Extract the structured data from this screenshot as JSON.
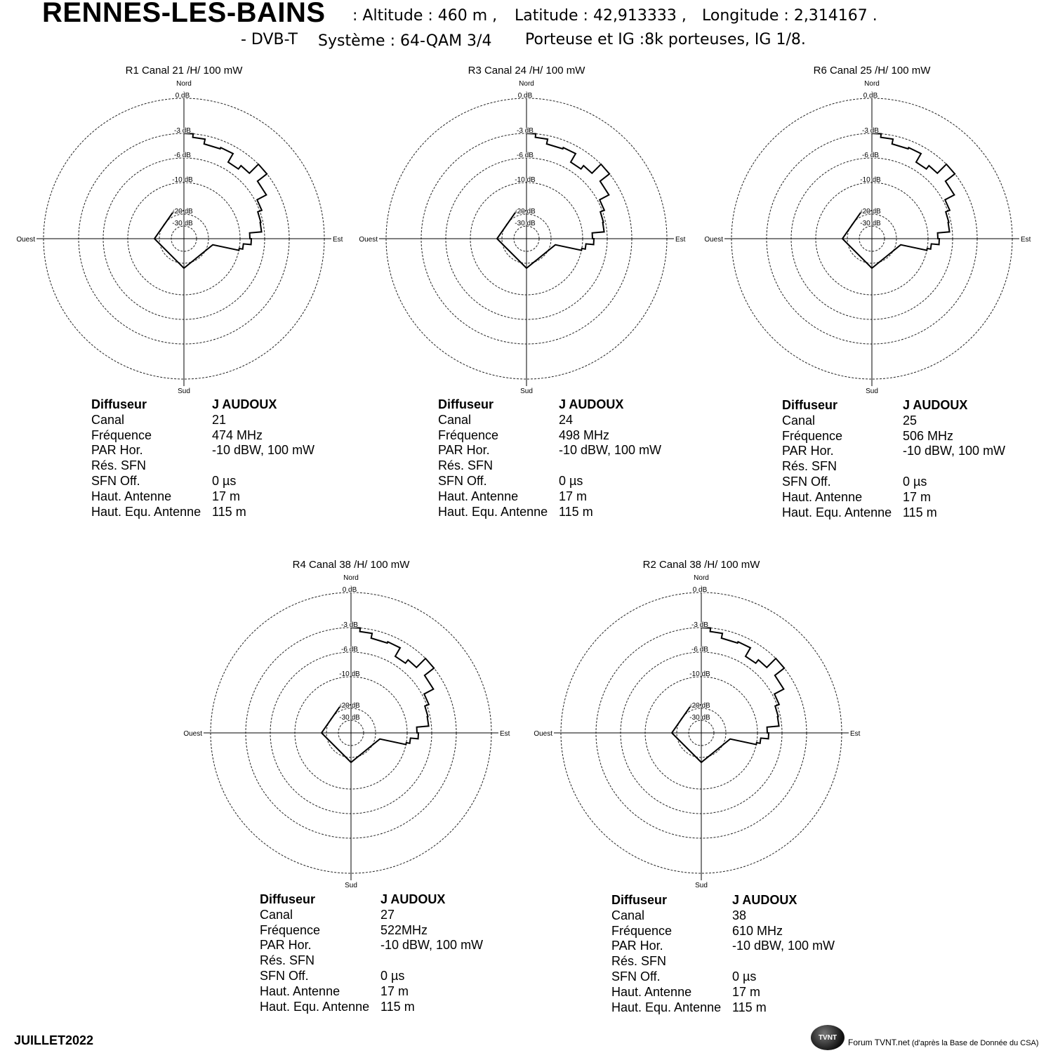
{
  "header": {
    "site": "RENNES-LES-BAINS",
    "altitude": ": Altitude : 460 m ,",
    "latitude": "Latitude : 42,913333 ,",
    "longitude": "Longitude : 2,314167 .",
    "dvbt": "- DVB-T",
    "system": "Système : 64-QAM 3/4",
    "carriers": "Porteuse et IG :8k porteuses, IG 1/8."
  },
  "info_labels": [
    "Diffuseur",
    "Canal",
    "Fréquence",
    "PAR Hor.",
    "Rés. SFN",
    "SFN Off.",
    "Haut. Antenne",
    "Haut. Equ. Antenne"
  ],
  "charts": [
    {
      "title": "R1  Canal 21 /H/  100  mW",
      "compass": {
        "north": "Nord",
        "south": "Sud",
        "east": "Est",
        "west": "Ouest"
      },
      "rings": [
        "0 dB",
        "-3 dB",
        "-6 dB",
        "-10 dB",
        "-20 dB",
        "-30 dB"
      ],
      "info": [
        "J AUDOUX",
        "21",
        "474 MHz",
        "-10 dBW, 100 mW",
        "",
        "0 µs",
        "17 m",
        "115 m"
      ]
    },
    {
      "title": "R3  Canal 24 /H/  100  mW",
      "compass": {
        "north": "Nord",
        "south": "Sud",
        "east": "Est",
        "west": "Ouest"
      },
      "rings": [
        "0 dB",
        "-3 dB",
        "-6 dB",
        "-10 dB",
        "-20 dB",
        "-30 dB"
      ],
      "info": [
        "J AUDOUX",
        "24",
        "498 MHz",
        "-10 dBW, 100 mW",
        "",
        "0 µs",
        "17 m",
        "115 m"
      ]
    },
    {
      "title": "R6  Canal 25 /H/  100  mW",
      "compass": {
        "north": "Nord",
        "south": "Sud",
        "east": "Est",
        "west": "Ouest"
      },
      "rings": [
        "0 dB",
        "-3 dB",
        "-6 dB",
        "-10 dB",
        "-20 dB",
        "-30 dB"
      ],
      "info": [
        "J AUDOUX",
        "25",
        "506 MHz",
        "-10 dBW, 100 mW",
        "",
        "0 µs",
        "17 m",
        "115 m"
      ]
    },
    {
      "title": "R4    Canal 38 /H/  100  mW",
      "compass": {
        "north": "Nord",
        "south": "Sud",
        "east": "Est",
        "west": "Ouest"
      },
      "rings": [
        "0 dB",
        "-3 dB",
        "-6 dB",
        "-10 dB",
        "-20 dB",
        "-30 dB"
      ],
      "info": [
        "J AUDOUX",
        "27",
        "522MHz",
        "-10 dBW, 100 mW",
        "",
        "0 µs",
        "17 m",
        "115 m"
      ]
    },
    {
      "title": "R2  Canal 38 /H/  100  mW",
      "compass": {
        "north": "Nord",
        "south": "Sud",
        "east": "Est",
        "west": "Ouest"
      },
      "rings": [
        "0 dB",
        "-3 dB",
        "-6 dB",
        "-10 dB",
        "-20 dB",
        "-30 dB"
      ],
      "info": [
        "J AUDOUX",
        "38",
        "610 MHz",
        "-10 dBW, 100 mW",
        "",
        "0 µs",
        "17 m",
        "115 m"
      ]
    }
  ],
  "footer": {
    "date": "JUILLET2022",
    "logo": "TVNT",
    "source": "Forum TVNT.net",
    "source_note": "(d'après  la Base de Donnée du CSA)"
  }
}
